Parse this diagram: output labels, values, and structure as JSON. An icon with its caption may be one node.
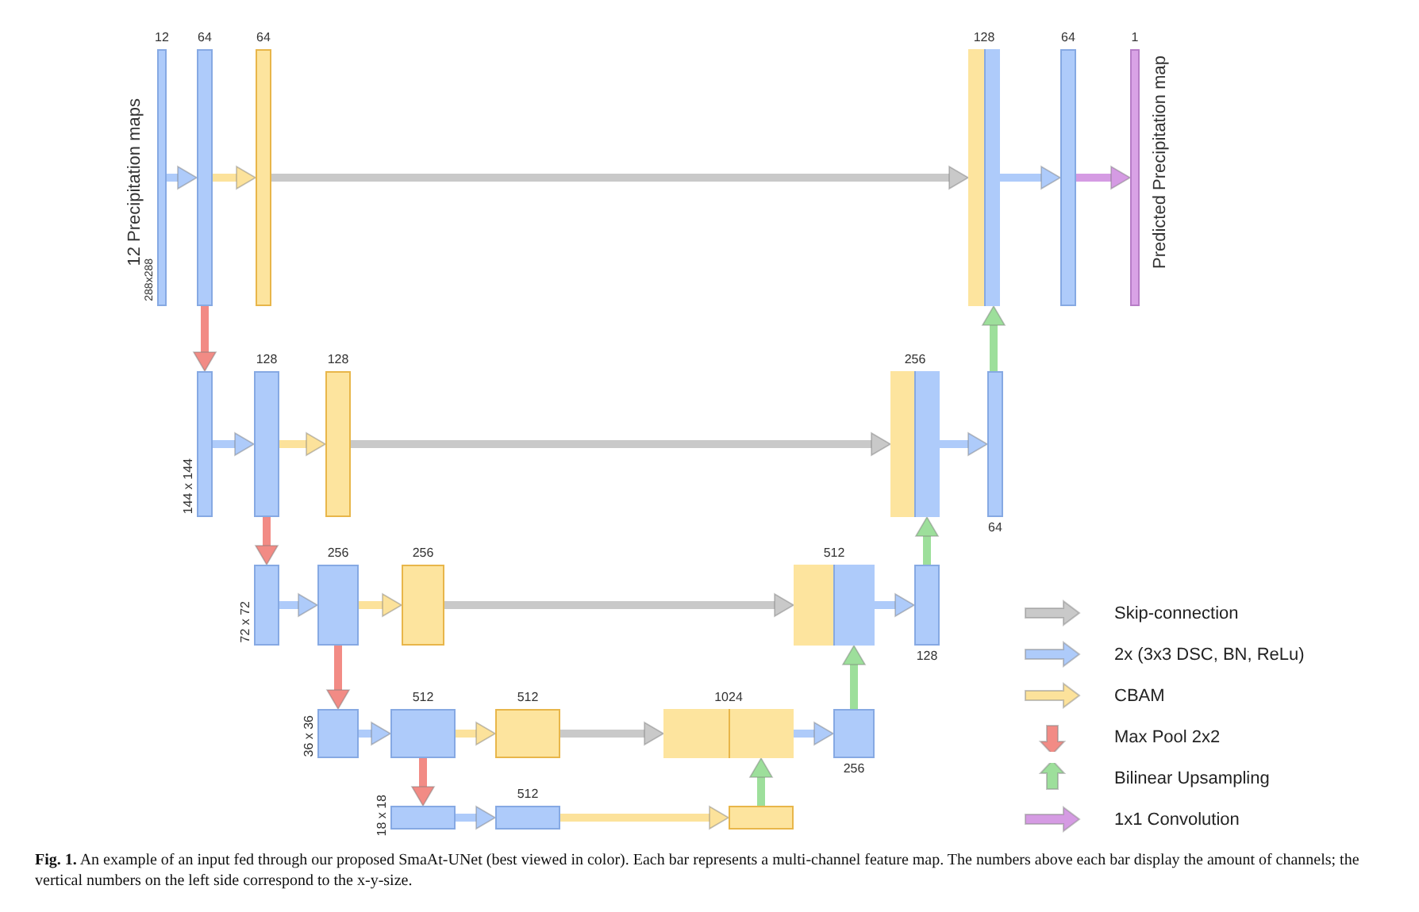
{
  "diagram": {
    "caption": "**Fig. 1.** An example of an input fed through our proposed SmaAt-UNet (best viewed in color). Each bar represents a multi-channel feature map. The numbers above each bar display the amount of channels; the vertical numbers on the left side correspond to the x-y-size.",
    "nodes": [
      {
        "text": [
          "12"
        ],
        "beside": [
          "12 Precipitation maps",
          "288x288"
        ]
      },
      {
        "text": [
          "64"
        ]
      },
      {
        "text": [
          "64"
        ]
      },
      {
        "text": [
          "128"
        ]
      },
      {
        "text": [
          "64"
        ]
      },
      {
        "text": [
          "1"
        ],
        "beside": [
          "Predicted Precipitation map"
        ]
      },
      {
        "text": [],
        "shape": "bar",
        "beside": [
          "144 x 144"
        ]
      },
      {
        "text": [
          "128"
        ]
      },
      {
        "text": [
          "128"
        ]
      },
      {
        "text": [
          "256"
        ]
      },
      {
        "text": [
          "64"
        ]
      },
      {
        "text": [],
        "shape": "bar",
        "beside": [
          "72 x 72"
        ]
      },
      {
        "text": [
          "256"
        ]
      },
      {
        "text": [
          "256"
        ]
      },
      {
        "text": [
          "512"
        ]
      },
      {
        "text": [
          "128"
        ]
      },
      {
        "text": [],
        "shape": "bar",
        "beside": [
          "36 x 36"
        ]
      },
      {
        "text": [
          "512"
        ]
      },
      {
        "text": [
          "512"
        ]
      },
      {
        "text": [
          "1024"
        ]
      },
      {
        "text": [
          "256"
        ]
      },
      {
        "text": [],
        "shape": "bar",
        "beside": [
          "18 x 18"
        ]
      },
      {
        "text": [
          "512"
        ]
      },
      {
        "text": [],
        "shape": "bar"
      }
    ],
    "edges": [
      {
        "from": 0,
        "to": 1,
        "arrow": "to"
      },
      {
        "from": 1,
        "to": 2,
        "arrow": "to",
        "color": "#fce29b"
      },
      {
        "from": 2,
        "to": 3,
        "arrow": "to",
        "color": "#c9c9c9"
      },
      {
        "from": 3,
        "to": 4,
        "arrow": "to"
      },
      {
        "from": 4,
        "to": 5,
        "arrow": "to",
        "color": "#d59be3"
      },
      {
        "from": 1,
        "to": 6,
        "arrow": "to",
        "color": "#f28b85"
      },
      {
        "from": 6,
        "to": 7,
        "arrow": "to"
      },
      {
        "from": 7,
        "to": 8,
        "arrow": "to",
        "color": "#fce29b"
      },
      {
        "from": 8,
        "to": 9,
        "arrow": "to",
        "color": "#c9c9c9"
      },
      {
        "from": 9,
        "to": 10,
        "arrow": "to"
      },
      {
        "from": 10,
        "to": 3,
        "arrow": "to",
        "color": "#9ddf9b"
      },
      {
        "from": 7,
        "to": 11,
        "arrow": "to",
        "color": "#f28b85"
      },
      {
        "from": 11,
        "to": 12,
        "arrow": "to"
      },
      {
        "from": 12,
        "to": 13,
        "arrow": "to",
        "color": "#fce29b"
      },
      {
        "from": 13,
        "to": 14,
        "arrow": "to",
        "color": "#c9c9c9"
      },
      {
        "from": 14,
        "to": 15,
        "arrow": "to"
      },
      {
        "from": 15,
        "to": 9,
        "arrow": "to",
        "color": "#9ddf9b"
      },
      {
        "from": 12,
        "to": 16,
        "arrow": "to",
        "color": "#f28b85"
      },
      {
        "from": 16,
        "to": 17,
        "arrow": "to"
      },
      {
        "from": 17,
        "to": 18,
        "arrow": "to",
        "color": "#fce29b"
      },
      {
        "from": 18,
        "to": 19,
        "arrow": "to",
        "color": "#c9c9c9"
      },
      {
        "from": 19,
        "to": 20,
        "arrow": "to"
      },
      {
        "from": 20,
        "to": 14,
        "arrow": "to",
        "color": "#9ddf9b"
      },
      {
        "from": 17,
        "to": 21,
        "arrow": "to",
        "color": "#f28b85"
      },
      {
        "from": 21,
        "to": 22,
        "arrow": "to"
      },
      {
        "from": 22,
        "to": 23,
        "arrow": "to",
        "color": "#fce29b"
      },
      {
        "from": 23,
        "to": 19,
        "arrow": "to",
        "color": "#9ddf9b"
      }
    ],
    "legend": [
      {
        "text": "Skip-connection"
      },
      {
        "text": "2x (3x3 DSC, BN, ReLu)"
      },
      {
        "text": "CBAM"
      },
      {
        "text": "Max Pool 2x2"
      },
      {
        "text": "Bilinear Upsampling"
      },
      {
        "text": "1x1 Convolution"
      }
    ]
  }
}
